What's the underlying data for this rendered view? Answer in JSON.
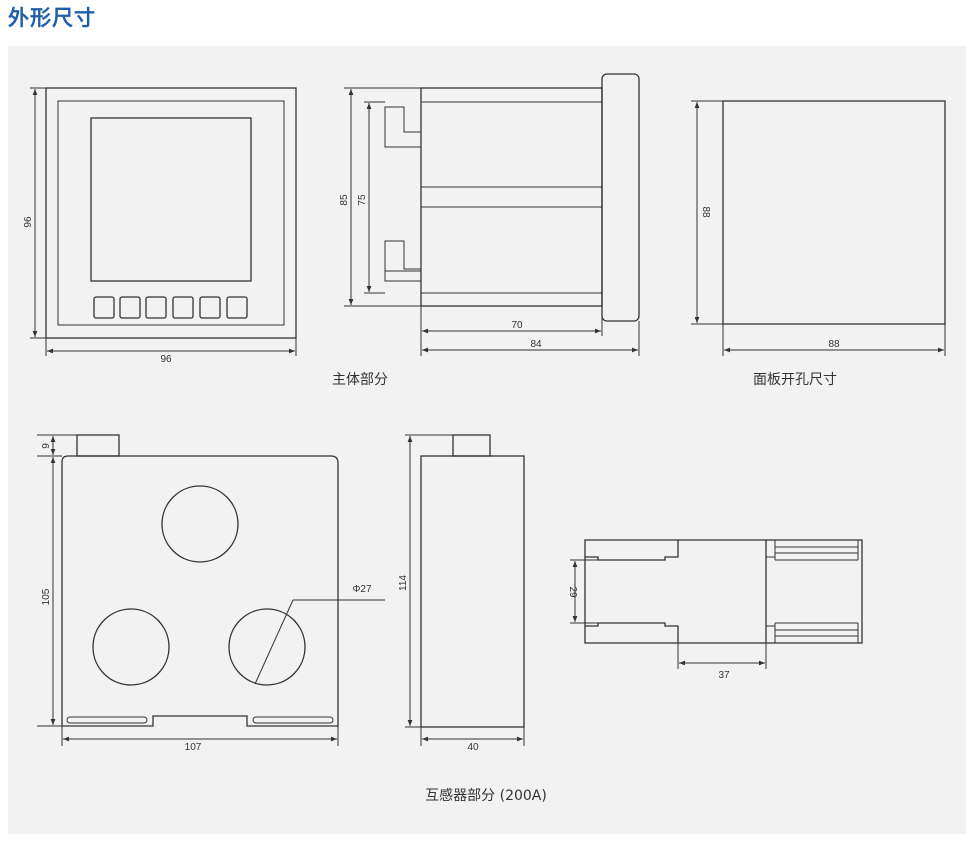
{
  "header": {
    "title": "外形尺寸"
  },
  "main_body": {
    "caption": "主体部分",
    "front": {
      "width": "96",
      "height": "96"
    },
    "side": {
      "h_outer": "85",
      "h_inner": "75",
      "depth_inner": "70",
      "depth_total": "84"
    }
  },
  "panel_cutout": {
    "caption": "面板开孔尺寸",
    "width": "88",
    "height": "88"
  },
  "transformer": {
    "caption": "互感器部分 (200A)",
    "front": {
      "top_offset": "9",
      "height": "105",
      "width": "107",
      "hole": "Φ27"
    },
    "side": {
      "height": "114",
      "width": "40"
    },
    "bottom": {
      "gap": "29",
      "spacing": "37"
    }
  }
}
